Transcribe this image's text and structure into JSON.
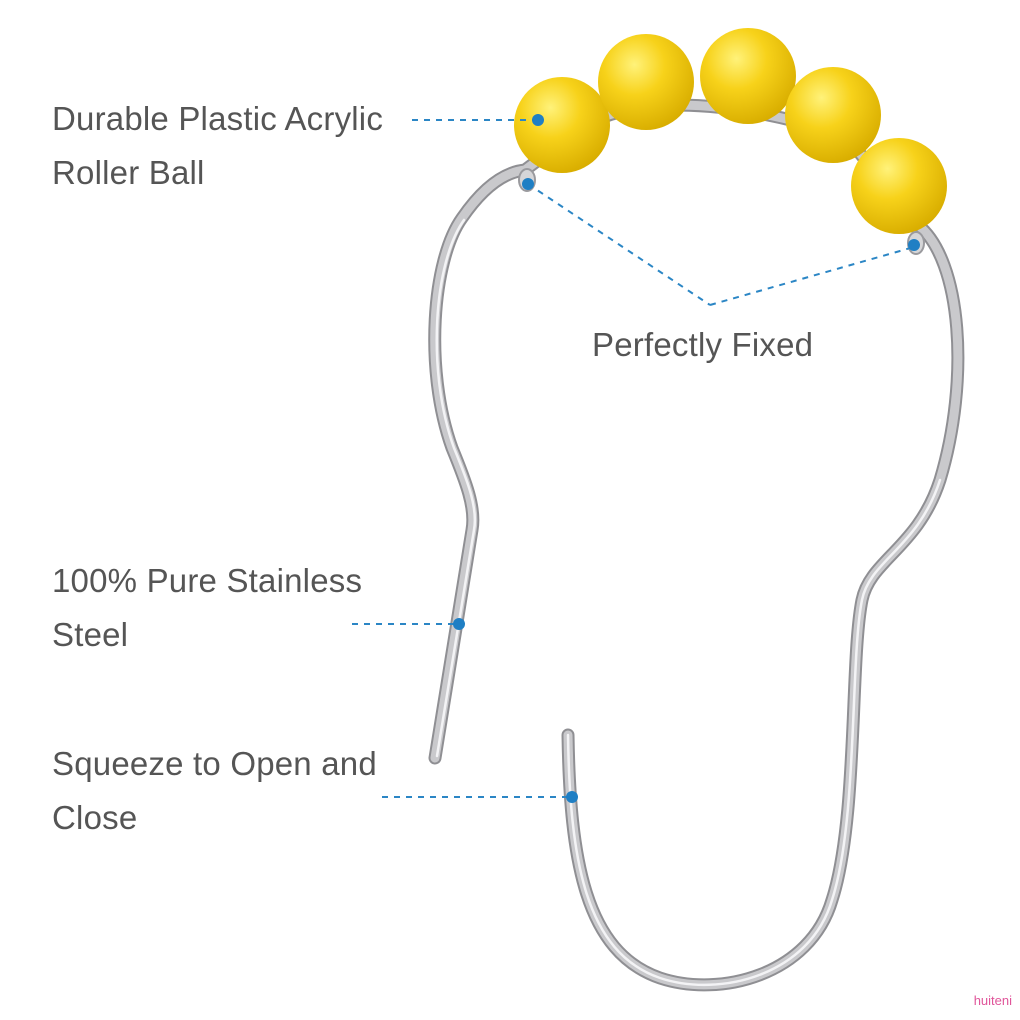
{
  "labels": {
    "roller_ball": {
      "line1": "Durable Plastic Acrylic",
      "line2": "Roller Ball"
    },
    "fixed": {
      "line1": "Perfectly Fixed"
    },
    "steel": {
      "line1": "100% Pure Stainless",
      "line2": "Steel"
    },
    "squeeze": {
      "line1": "Squeeze to Open and",
      "line2": "Close"
    }
  },
  "watermark": "huiteni",
  "colors": {
    "ball": "#f7d21a",
    "metal": "#b9b9bc",
    "leader": "#2b86c5",
    "text": "#555555",
    "watermark": "#e0559a"
  },
  "icons": {
    "product": "shower-curtain-hook",
    "beads": "yellow-roller-balls",
    "markers": "callout-dots"
  }
}
